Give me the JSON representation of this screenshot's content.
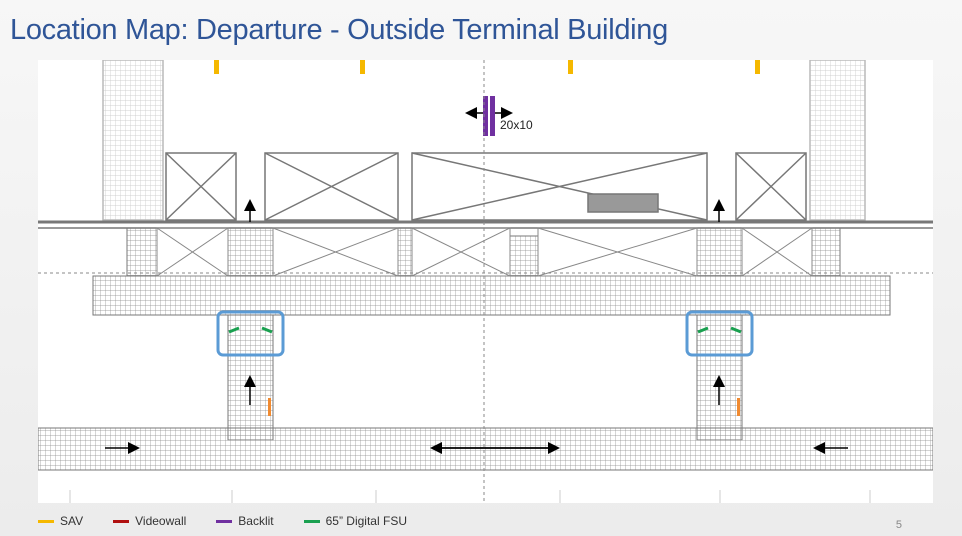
{
  "title": "Location Map: Departure - Outside Terminal Building",
  "map": {
    "backlit_label": "20x10"
  },
  "legend": [
    {
      "label": "SAV",
      "color": "#f5b800"
    },
    {
      "label": "Videowall",
      "color": "#b01010"
    },
    {
      "label": "Backlit",
      "color": "#7030a0"
    },
    {
      "label": "65” Digital FSU",
      "color": "#1aa050"
    }
  ],
  "page_number": "5",
  "highlight_color": "#5b9bd5"
}
